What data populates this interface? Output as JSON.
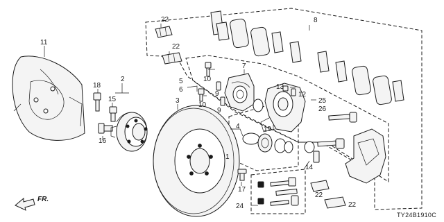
{
  "diagram": {
    "code": "TY24B1910C",
    "direction_label": "FR.",
    "callouts": {
      "c1": "1",
      "c2": "2",
      "c3": "3",
      "c4": "4",
      "c5": "5",
      "c6": "6",
      "c7": "7",
      "c8": "8",
      "c9a": "9",
      "c9b": "9",
      "c10a": "10",
      "c10b": "10",
      "c11": "11",
      "c12": "12",
      "c13": "13",
      "c14": "14",
      "c15": "15",
      "c16": "16",
      "c17": "17",
      "c18": "18",
      "c19": "19",
      "c22a": "22",
      "c22b": "22",
      "c22c": "22",
      "c22d": "22",
      "c24": "24",
      "c25": "25",
      "c26": "26"
    }
  }
}
